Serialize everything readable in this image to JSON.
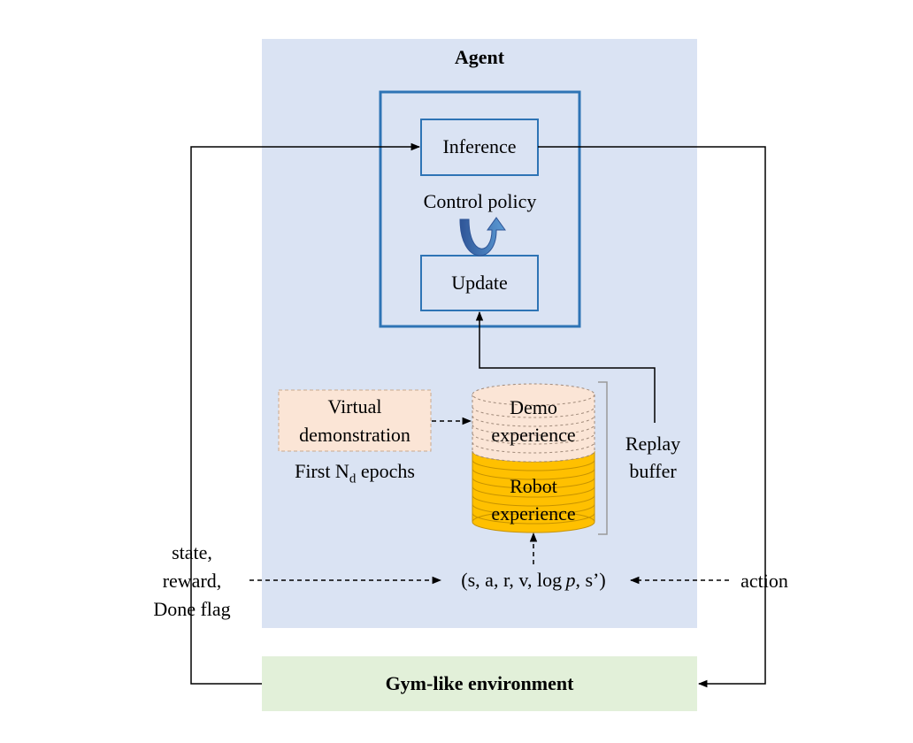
{
  "agent": {
    "title": "Agent",
    "control_policy_label": "Control policy",
    "inference_label": "Inference",
    "update_label": "Update"
  },
  "demonstration": {
    "line1": "Virtual",
    "line2": "demonstration",
    "epochs_prefix": "First N",
    "epochs_sub": "d",
    "epochs_suffix": " epochs"
  },
  "replay_buffer": {
    "demo_line1": "Demo",
    "demo_line2": "experience",
    "robot_line1": "Robot",
    "robot_line2": "experience",
    "label_line1": "Replay",
    "label_line2": "buffer"
  },
  "transition": {
    "prefix": "(s, a, r, v, log ",
    "p": "p",
    "suffix": ", s’)"
  },
  "left_labels": {
    "line1": "state,",
    "line2": "reward,",
    "line3": "Done flag"
  },
  "right_label": "action",
  "environment": {
    "label": "Gym-like environment"
  },
  "colors": {
    "agent_bg": "#dae3f3",
    "env_bg": "#e2f0d9",
    "policy_border": "#2e74b5",
    "demo_fill": "#fbe5d6",
    "robot_fill": "#ffc000",
    "robot_stroke": "#c69200",
    "arrow_blue": "#4472c4"
  }
}
